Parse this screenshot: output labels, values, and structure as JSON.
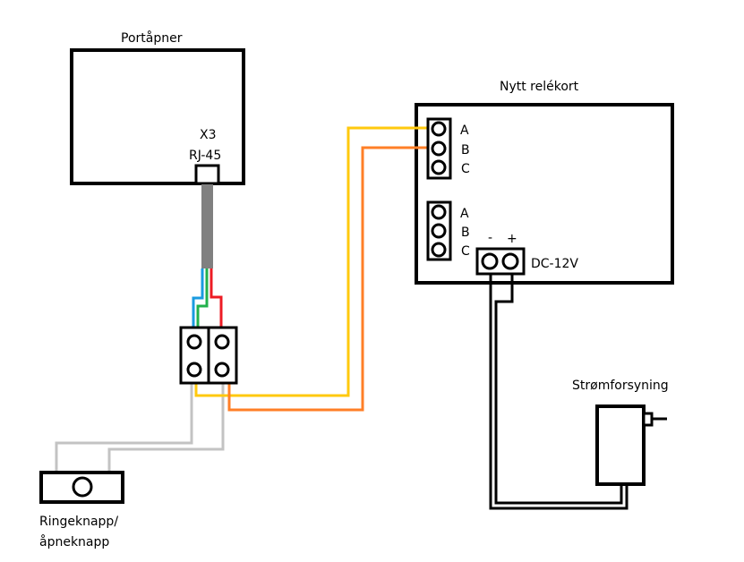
{
  "diagram": {
    "gate_opener": {
      "title": "Portåpner",
      "connector_label_1": "X3",
      "connector_label_2": "RJ-45"
    },
    "relay_board": {
      "title": "Nytt relékort",
      "terminal_group_1": [
        "A",
        "B",
        "C"
      ],
      "terminal_group_2": [
        "A",
        "B",
        "C"
      ],
      "power_minus": "-",
      "power_plus": "+",
      "power_label": "DC-12V"
    },
    "power_supply": {
      "title": "Strømforsyning"
    },
    "button": {
      "label_line1": "Ringeknapp/",
      "label_line2": "åpneknapp"
    },
    "wire_colors": {
      "cable": "#808080",
      "blue": "#1a9be0",
      "green": "#22b14c",
      "red": "#ed1c24",
      "yellow": "#ffc90e",
      "orange": "#ff7f27",
      "gray": "#c3c3c3",
      "black": "#000000"
    }
  }
}
